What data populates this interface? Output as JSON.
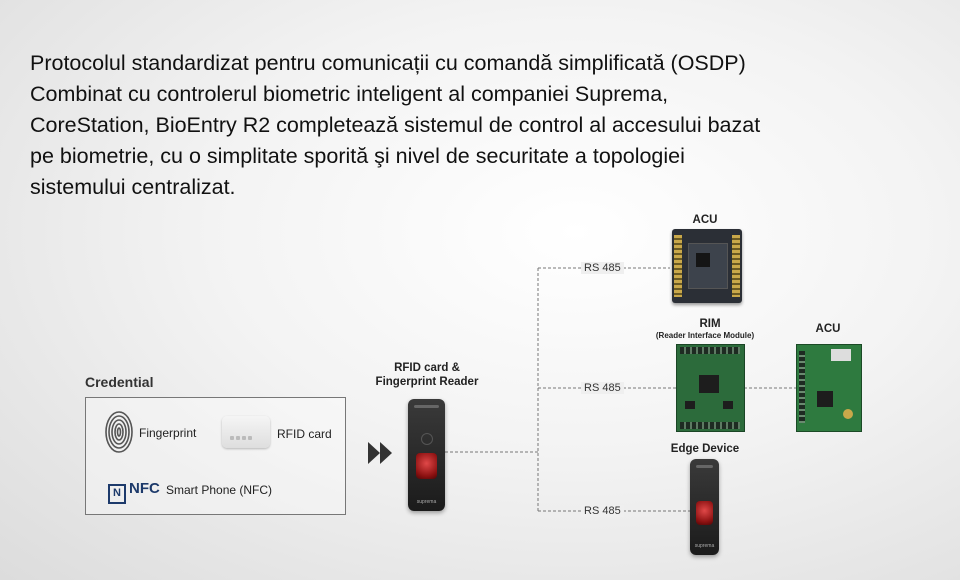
{
  "intro_text": "Protocolul standardizat pentru comunicații cu comandă simplificată (OSDP) Combinat cu controlerul biometric inteligent al companiei Suprema, CoreStation, BioEntry R2 completează sistemul de control al accesului bazat pe biometrie, cu o simplitate sporită şi nivel de securitate a topologiei sistemului centralizat.",
  "credential": {
    "title": "Credential",
    "items": {
      "fingerprint": "Fingerprint",
      "rfid": "RFID card",
      "phone": "Smart Phone (NFC)"
    },
    "nfc_logo": "NFC"
  },
  "reader_label_1": "RFID card &",
  "reader_label_2": "Fingerprint Reader",
  "acu_top_label": "ACU",
  "rim_label": "RIM",
  "rim_sublabel": "(Reader Interface Module)",
  "acu_right_label": "ACU",
  "edge_label": "Edge Device",
  "rs485": [
    "RS 485",
    "RS 485",
    "RS 485"
  ],
  "device_brand": "suprema",
  "colors": {
    "sensor_red": "#c42a2a",
    "board_green": "#2c6b3b",
    "nfc_blue": "#1d3a6b"
  }
}
